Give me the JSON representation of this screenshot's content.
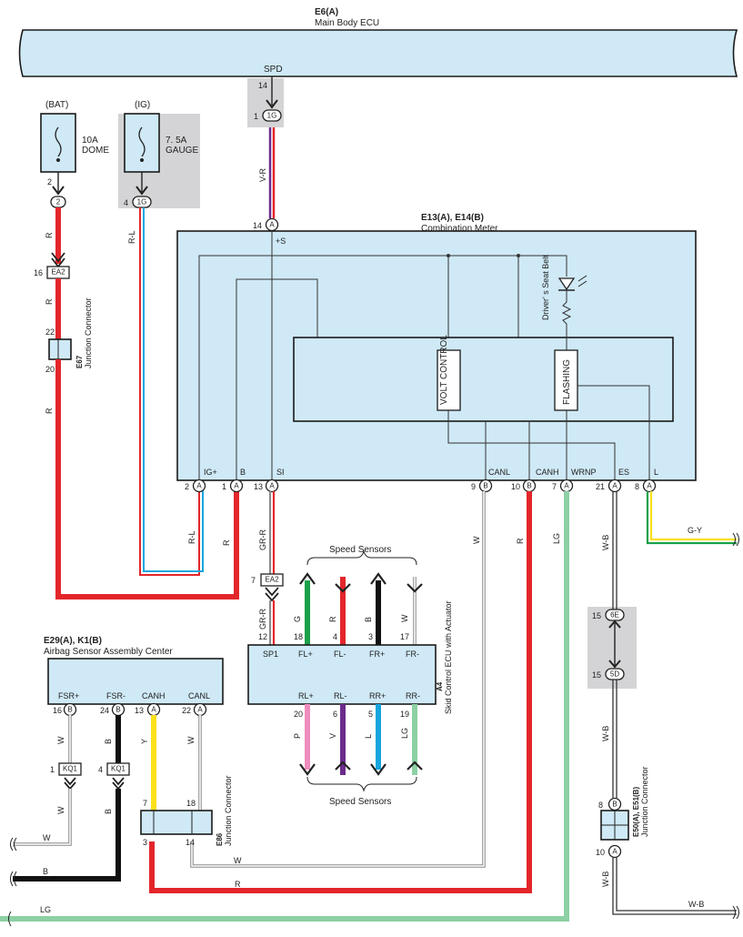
{
  "colors": {
    "R": "#e3262b",
    "B": "#111111",
    "W": "#ffffff",
    "G": "#1ba04a",
    "V": "#6d2c8c",
    "L": "#16a5de",
    "P": "#ee8dbd",
    "LG": "#8cd0a4",
    "Y": "#fbe01c",
    "box_fill": "#cfe9f6",
    "gray": "#d4d4d6"
  },
  "ecu_main": {
    "title": "E6(A)",
    "subtitle": "Main Body ECU",
    "pin_label": "SPD",
    "pin_no": "14"
  },
  "conn_1g": {
    "pin": "1",
    "name": "1G"
  },
  "fuse_dome": {
    "source": "(BAT)",
    "rating": "10A",
    "name": "DOME",
    "pin_top": "2",
    "conn": "2"
  },
  "fuse_gauge": {
    "source": "(IG)",
    "rating": "7. 5A",
    "name": "GAUGE",
    "pin": "4",
    "conn": "1G"
  },
  "wire_labels": {
    "vr": "V-R",
    "rl_a": "R-L",
    "rl_b": "R-L",
    "r1": "R",
    "r2": "R",
    "r3": "R",
    "r_b": "R",
    "grr1": "GR-R",
    "grr2": "GR-R",
    "w_canl": "W",
    "r_canh": "R",
    "lg_wrnp": "LG",
    "wb_es": "W-B",
    "gy": "G-Y",
    "wb2": "W-B",
    "wb3": "W-B",
    "wb4": "W-B",
    "w_fsr": "W",
    "w_fsr2": "W",
    "b_fsrm": "B",
    "b_fsrm2": "B",
    "y_canh": "Y",
    "w_canl2": "W",
    "w_left": "W",
    "b_left": "B",
    "r_bottom": "R",
    "w_bottom": "W",
    "lg_left": "LG"
  },
  "ea2_top": {
    "pin": "16",
    "name": "EA2"
  },
  "e67": {
    "pin_top": "22",
    "pin_bottom": "20",
    "code": "E67",
    "label": "Junction Connector"
  },
  "meter": {
    "title": "E13(A), E14(B)",
    "subtitle": "Combination Meter",
    "pin_top": "14",
    "pin_top_conn": "A",
    "plus_s": "+S",
    "seatbelt": "Driver' s Seat Belt",
    "volt_control": "VOLT CONTROL",
    "flashing": "FLASHING",
    "pins": [
      {
        "no": "2",
        "conn": "A",
        "label": "IG+"
      },
      {
        "no": "1",
        "conn": "A",
        "label": "B"
      },
      {
        "no": "13",
        "conn": "A",
        "label": "SI"
      },
      {
        "no": "9",
        "conn": "B",
        "label": "CANL"
      },
      {
        "no": "10",
        "conn": "B",
        "label": "CANH"
      },
      {
        "no": "7",
        "conn": "A",
        "label": "WRNP"
      },
      {
        "no": "21",
        "conn": "A",
        "label": "ES"
      },
      {
        "no": "8",
        "conn": "A",
        "label": "L"
      }
    ]
  },
  "ea2_mid": {
    "pin": "7",
    "name": "EA2"
  },
  "speed_sensors_top": "Speed Sensors",
  "speed_sensors_bottom": "Speed Sensors",
  "skid": {
    "code": "A4",
    "label": "Skid Control ECU with Actuator",
    "top_pins": [
      {
        "no": "12",
        "label": "SP1",
        "wire": "GR-R"
      },
      {
        "no": "18",
        "label": "FL+",
        "wire": "G"
      },
      {
        "no": "4",
        "label": "FL-",
        "wire": "R"
      },
      {
        "no": "3",
        "label": "FR+",
        "wire": "B"
      },
      {
        "no": "17",
        "label": "FR-",
        "wire": "W"
      }
    ],
    "bottom_pins": [
      {
        "no": "20",
        "label": "RL+",
        "wire": "P"
      },
      {
        "no": "6",
        "label": "RL-",
        "wire": "V"
      },
      {
        "no": "5",
        "label": "RR+",
        "wire": "L"
      },
      {
        "no": "19",
        "label": "RR-",
        "wire": "LG"
      }
    ]
  },
  "airbag": {
    "title": "E29(A), K1(B)",
    "subtitle": "Airbag Sensor Assembly Center",
    "pins": [
      {
        "no": "16",
        "conn": "B",
        "label": "FSR+"
      },
      {
        "no": "24",
        "conn": "B",
        "label": "FSR-"
      },
      {
        "no": "13",
        "conn": "A",
        "label": "CANH"
      },
      {
        "no": "22",
        "conn": "A",
        "label": "CANL"
      }
    ]
  },
  "kq1_a": {
    "pin": "1",
    "name": "KQ1"
  },
  "kq1_b": {
    "pin": "4",
    "name": "KQ1"
  },
  "e86": {
    "code": "E86",
    "label": "Junction Connector",
    "p7": "7",
    "p18": "18",
    "p3": "3",
    "p14": "14"
  },
  "conn_6e": {
    "pin": "15",
    "name": "6E"
  },
  "conn_5d": {
    "pin": "15",
    "name": "5D"
  },
  "e50": {
    "code": "E50(A), E51(B)",
    "label": "Junction Connector",
    "p8": "8",
    "p8c": "B",
    "p10": "10",
    "p10c": "A"
  }
}
